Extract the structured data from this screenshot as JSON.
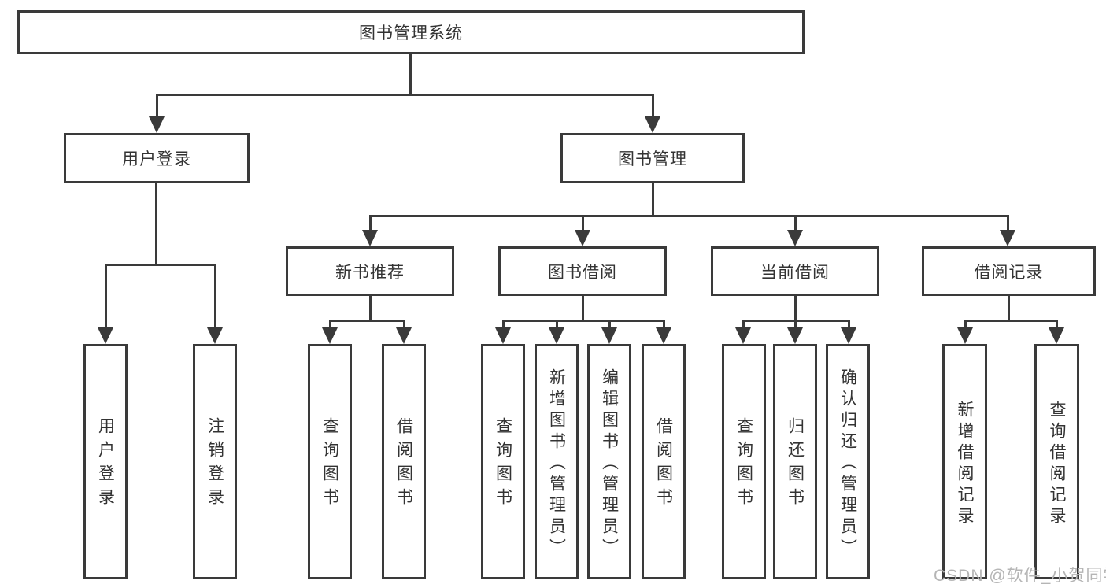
{
  "diagram": {
    "type": "tree",
    "root": {
      "label": "图书管理系统"
    },
    "branches": [
      {
        "label": "用户登录",
        "children": [
          {
            "label": "用户登录"
          },
          {
            "label": "注销登录"
          }
        ]
      },
      {
        "label": "图书管理",
        "children": [
          {
            "label": "新书推荐",
            "children": [
              {
                "label": "查询图书"
              },
              {
                "label": "借阅图书"
              }
            ]
          },
          {
            "label": "图书借阅",
            "children": [
              {
                "label": "查询图书"
              },
              {
                "label": "新增图书（管理员）"
              },
              {
                "label": "编辑图书（管理员）"
              },
              {
                "label": "借阅图书"
              }
            ]
          },
          {
            "label": "当前借阅",
            "children": [
              {
                "label": "查询图书"
              },
              {
                "label": "归还图书"
              },
              {
                "label": "确认归还（管理员）"
              }
            ]
          },
          {
            "label": "借阅记录",
            "children": [
              {
                "label": "新增借阅记录"
              },
              {
                "label": "查询借阅记录"
              }
            ]
          }
        ]
      }
    ]
  },
  "watermark": {
    "text": "CSDN @软件_小贺同学",
    "color": "#b5b5b5"
  },
  "colors": {
    "line": "#3a3a3a",
    "text": "#333333",
    "background": "#ffffff"
  }
}
